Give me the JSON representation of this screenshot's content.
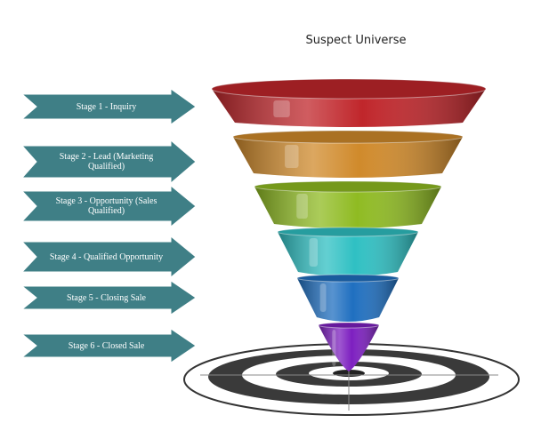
{
  "title": "Suspect Universe",
  "stages": [
    {
      "label": "Stage 1 - Inquiry",
      "color": "#c0262b"
    },
    {
      "label": "Stage 2 - Lead (Marketing Qualified)",
      "color": "#d08a2b"
    },
    {
      "label": "Stage 3 - Opportunity (Sales Qualified)",
      "color": "#8fbb22"
    },
    {
      "label": "Stage 4 - Qualified Opportunity",
      "color": "#2fc0c3"
    },
    {
      "label": "Stage 5 - Closing Sale",
      "color": "#1f6fc0"
    },
    {
      "label": "Stage 6 - Closed Sale",
      "color": "#7d1fc0"
    }
  ],
  "arrow_color": "#3f7f86"
}
